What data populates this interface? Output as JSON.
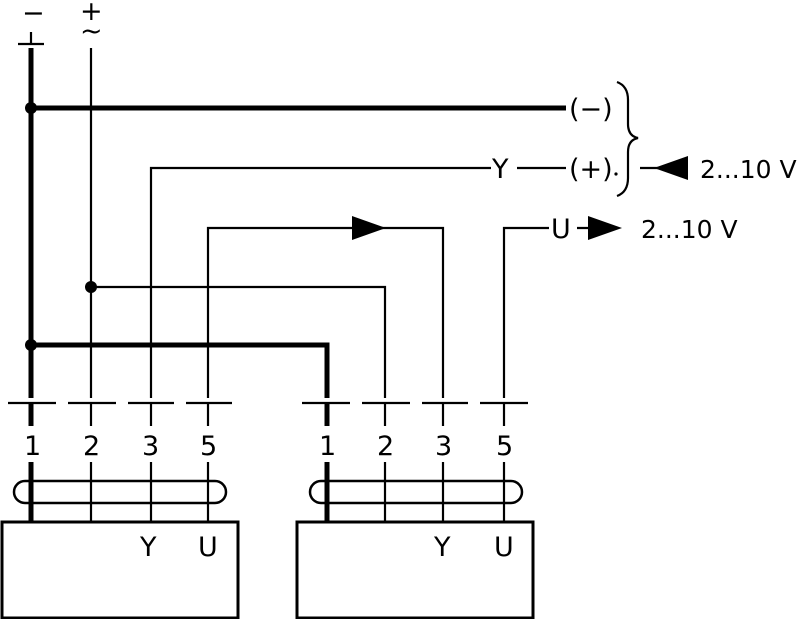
{
  "supply": {
    "minus_label": "−",
    "plus_label": "+",
    "tilde_label": "~"
  },
  "signals": {
    "neg_label": "(−)",
    "pos_label": "(+)",
    "y_label": "Y",
    "u_label": "U",
    "in_range": "2...10 V",
    "out_range": "2...10 V"
  },
  "terminals": {
    "left": [
      "1",
      "2",
      "3",
      "5"
    ],
    "right": [
      "1",
      "2",
      "3",
      "5"
    ]
  },
  "actuator_labels": {
    "left": [
      "Y",
      "U"
    ],
    "right": [
      "Y",
      "U"
    ]
  }
}
